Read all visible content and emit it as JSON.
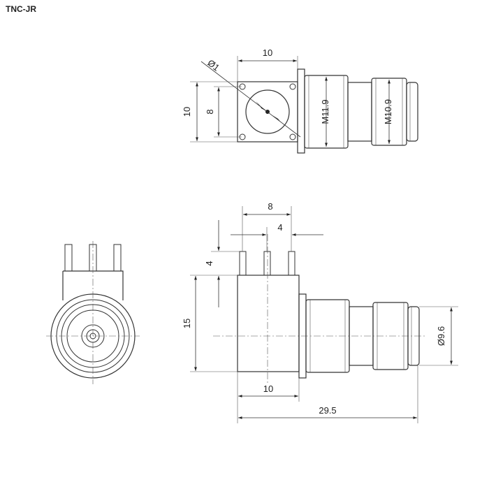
{
  "title": "TNC-JR",
  "dimensions": {
    "top_view": {
      "width": "10",
      "height": "10",
      "inner": "8",
      "hole": "Ø1",
      "thread1": "M11.9",
      "thread2": "M10.9"
    },
    "side_view": {
      "pin_span": "8",
      "pin_pitch": "4",
      "pin_length": "4",
      "body_height": "15",
      "body_width": "10",
      "total_length": "29.5",
      "nose_dia": "Ø9.6"
    }
  }
}
